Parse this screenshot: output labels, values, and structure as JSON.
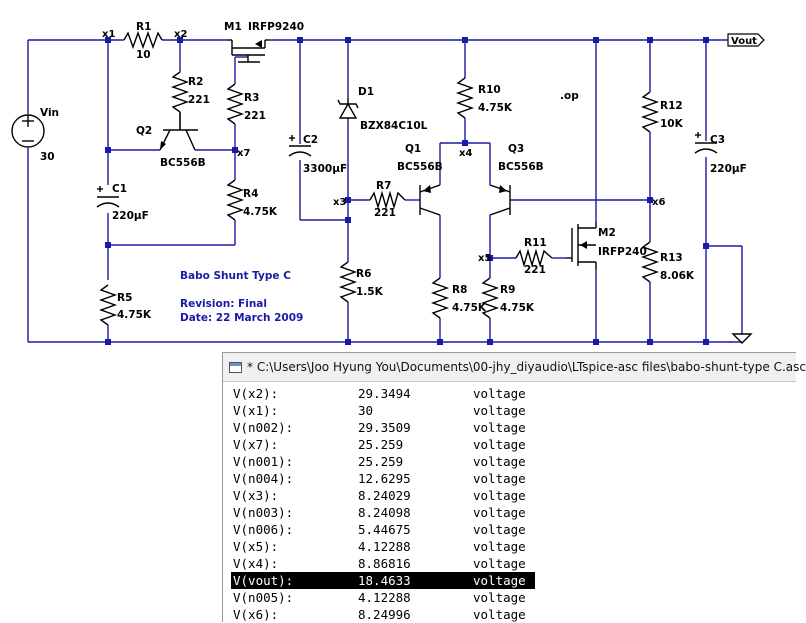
{
  "schematic": {
    "components": [
      {
        "ref": "R1",
        "value": "10"
      },
      {
        "ref": "R2",
        "value": "221"
      },
      {
        "ref": "R3",
        "value": "221"
      },
      {
        "ref": "R4",
        "value": "4.75K"
      },
      {
        "ref": "R5",
        "value": "4.75K"
      },
      {
        "ref": "R6",
        "value": "1.5K"
      },
      {
        "ref": "R7",
        "value": "221"
      },
      {
        "ref": "R8",
        "value": "4.75K"
      },
      {
        "ref": "R9",
        "value": "4.75K"
      },
      {
        "ref": "R10",
        "value": "4.75K"
      },
      {
        "ref": "R11",
        "value": "221"
      },
      {
        "ref": "R12",
        "value": "10K"
      },
      {
        "ref": "R13",
        "value": "8.06K"
      },
      {
        "ref": "C1",
        "value": "220µF"
      },
      {
        "ref": "C2",
        "value": "3300µF"
      },
      {
        "ref": "C3",
        "value": "220µF"
      },
      {
        "ref": "Q1",
        "value": "BC556B"
      },
      {
        "ref": "Q2",
        "value": "BC556B"
      },
      {
        "ref": "Q3",
        "value": "BC556B"
      },
      {
        "ref": "M1",
        "value": "IRFP9240"
      },
      {
        "ref": "M2",
        "value": "IRFP240"
      },
      {
        "ref": "D1",
        "value": "BZX84C10L"
      },
      {
        "ref": "Vin",
        "value": "30"
      }
    ],
    "nets": [
      "x1",
      "x2",
      "x3",
      "x4",
      "x5",
      "x6",
      "x7"
    ],
    "output_label": "Vout",
    "op_directive": ".op",
    "title": "Babo Shunt Type C",
    "revision": "Revision: Final",
    "date": "Date: 22 March 2009"
  },
  "output_window": {
    "title": "* C:\\Users\\Joo Hyung You\\Documents\\00-jhy_diyaudio\\LTspice-asc files\\babo-shunt-type C.asc",
    "rows": [
      {
        "name": "V(x2):",
        "value": "29.3494",
        "unit": "voltage",
        "selected": false
      },
      {
        "name": "V(x1):",
        "value": "30",
        "unit": "voltage",
        "selected": false
      },
      {
        "name": "V(n002):",
        "value": "29.3509",
        "unit": "voltage",
        "selected": false
      },
      {
        "name": "V(x7):",
        "value": "25.259",
        "unit": "voltage",
        "selected": false
      },
      {
        "name": "V(n001):",
        "value": "25.259",
        "unit": "voltage",
        "selected": false
      },
      {
        "name": "V(n004):",
        "value": "12.6295",
        "unit": "voltage",
        "selected": false
      },
      {
        "name": "V(x3):",
        "value": "8.24029",
        "unit": "voltage",
        "selected": false
      },
      {
        "name": "V(n003):",
        "value": "8.24098",
        "unit": "voltage",
        "selected": false
      },
      {
        "name": "V(n006):",
        "value": "5.44675",
        "unit": "voltage",
        "selected": false
      },
      {
        "name": "V(x5):",
        "value": "4.12288",
        "unit": "voltage",
        "selected": false
      },
      {
        "name": "V(x4):",
        "value": "8.86816",
        "unit": "voltage",
        "selected": false
      },
      {
        "name": "V(vout):",
        "value": "18.4633",
        "unit": "voltage",
        "selected": true
      },
      {
        "name": "V(n005):",
        "value": "4.12288",
        "unit": "voltage",
        "selected": false
      },
      {
        "name": "V(x6):",
        "value": "8.24996",
        "unit": "voltage",
        "selected": false
      }
    ]
  }
}
